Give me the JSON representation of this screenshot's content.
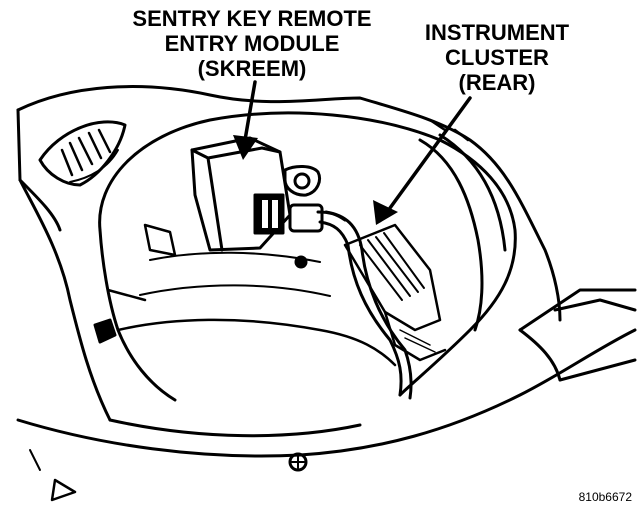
{
  "labels": {
    "skreem": [
      "SENTRY KEY REMOTE",
      "ENTRY MODULE",
      "(SKREEM)"
    ],
    "cluster": [
      "INSTRUMENT",
      "CLUSTER",
      "(REAR)"
    ]
  },
  "figure_id": "810b6672",
  "colors": {
    "ink": "#000000",
    "paper": "#ffffff"
  }
}
